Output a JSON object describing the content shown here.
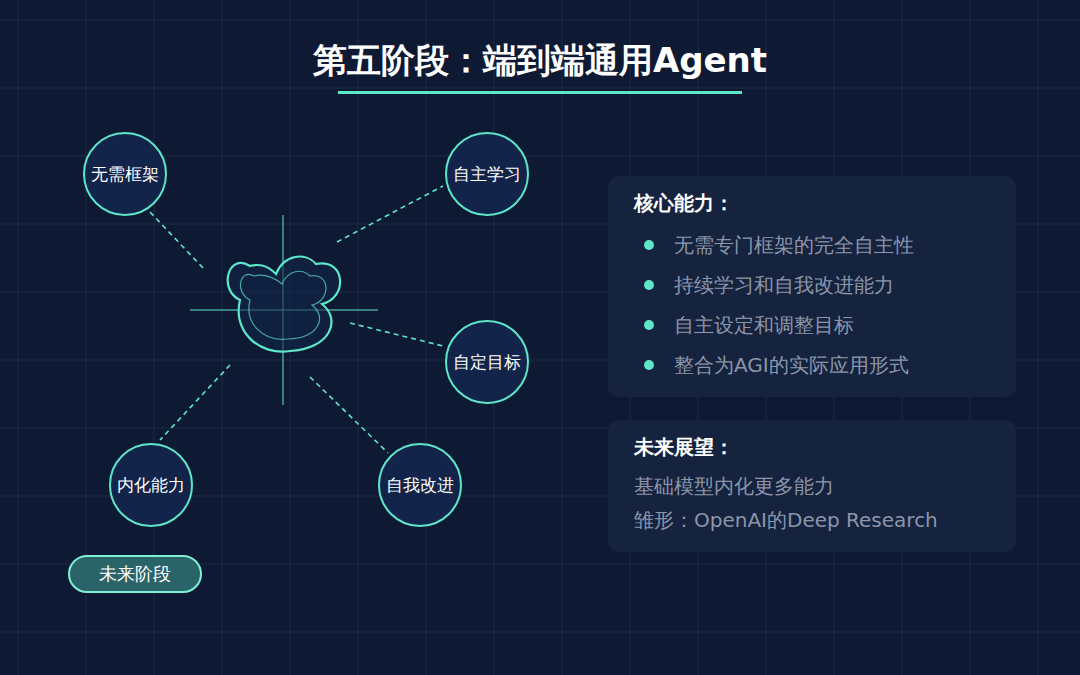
{
  "diagram": {
    "title": "第五阶段：端到端通用Agent",
    "nodes": [
      {
        "text": [
          "无需框架"
        ]
      },
      {
        "text": [
          "自主学习"
        ]
      },
      {
        "text": [
          "自定目标"
        ]
      },
      {
        "text": [
          "内化能力"
        ]
      },
      {
        "text": [
          "自我改进"
        ]
      },
      {
        "text": [
          "未来阶段"
        ]
      },
      {
        "text": [
          "核心能力：",
          "无需专门框架的完全自主性",
          "持续学习和自我改进能力",
          "自主设定和调整目标",
          "整合为AGI的实际应用形式"
        ]
      },
      {
        "text": [
          "未来展望：",
          "基础模型内化更多能力",
          "雏形：OpenAI的Deep Research"
        ]
      }
    ]
  }
}
